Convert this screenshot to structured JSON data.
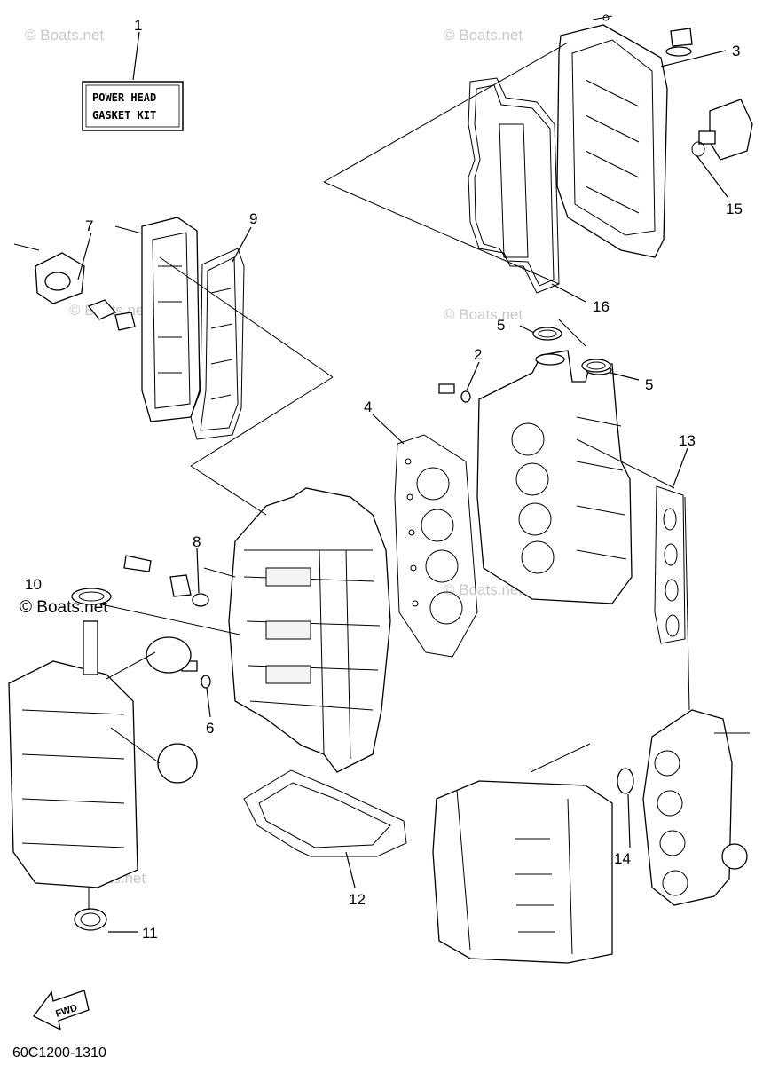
{
  "watermark": "© Boats.net",
  "kit_label": {
    "line1": "POWER HEAD",
    "line2": "GASKET KIT"
  },
  "fwd_label": "FWD",
  "diagram_code": "60C1200-1310",
  "callouts": [
    "1",
    "2",
    "3",
    "4",
    "5",
    "5",
    "6",
    "7",
    "8",
    "9",
    "10",
    "11",
    "12",
    "13",
    "14",
    "15",
    "16"
  ]
}
